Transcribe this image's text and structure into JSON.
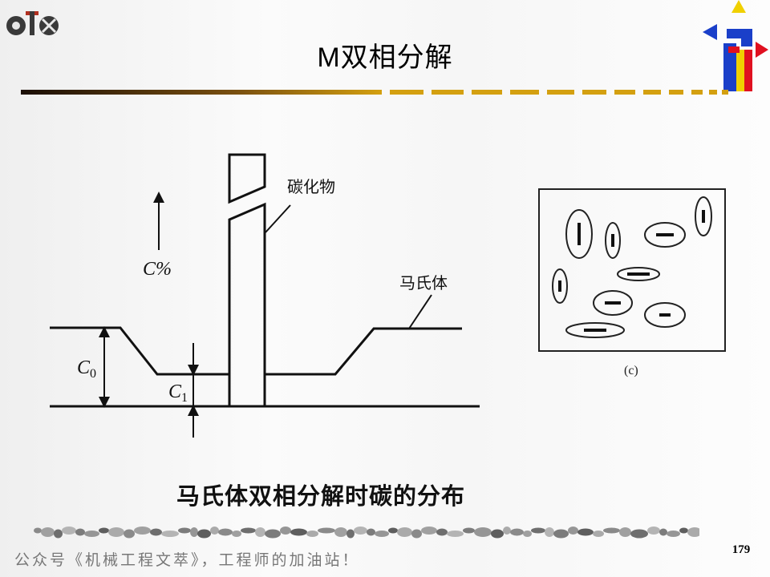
{
  "slide": {
    "title": "M双相分解",
    "caption": "马氏体双相分解时碳的分布",
    "number": "179",
    "footer": "公众号《机械工程文萃》，工程师的加油站！"
  },
  "diagram": {
    "label_carbide": "碳化物",
    "label_martensite": "马氏体",
    "label_c_percent": "C%",
    "label_c0": "C",
    "label_c0_sub": "0",
    "label_c1": "C",
    "label_c1_sub": "1",
    "panel_label": "(c)"
  },
  "colors": {
    "title_rule_dark": "#2a1a0a",
    "title_rule_gold": "#d4a010",
    "accent_blue": "#1a3fc9",
    "accent_red": "#e01020",
    "accent_yellow": "#f0d000"
  }
}
